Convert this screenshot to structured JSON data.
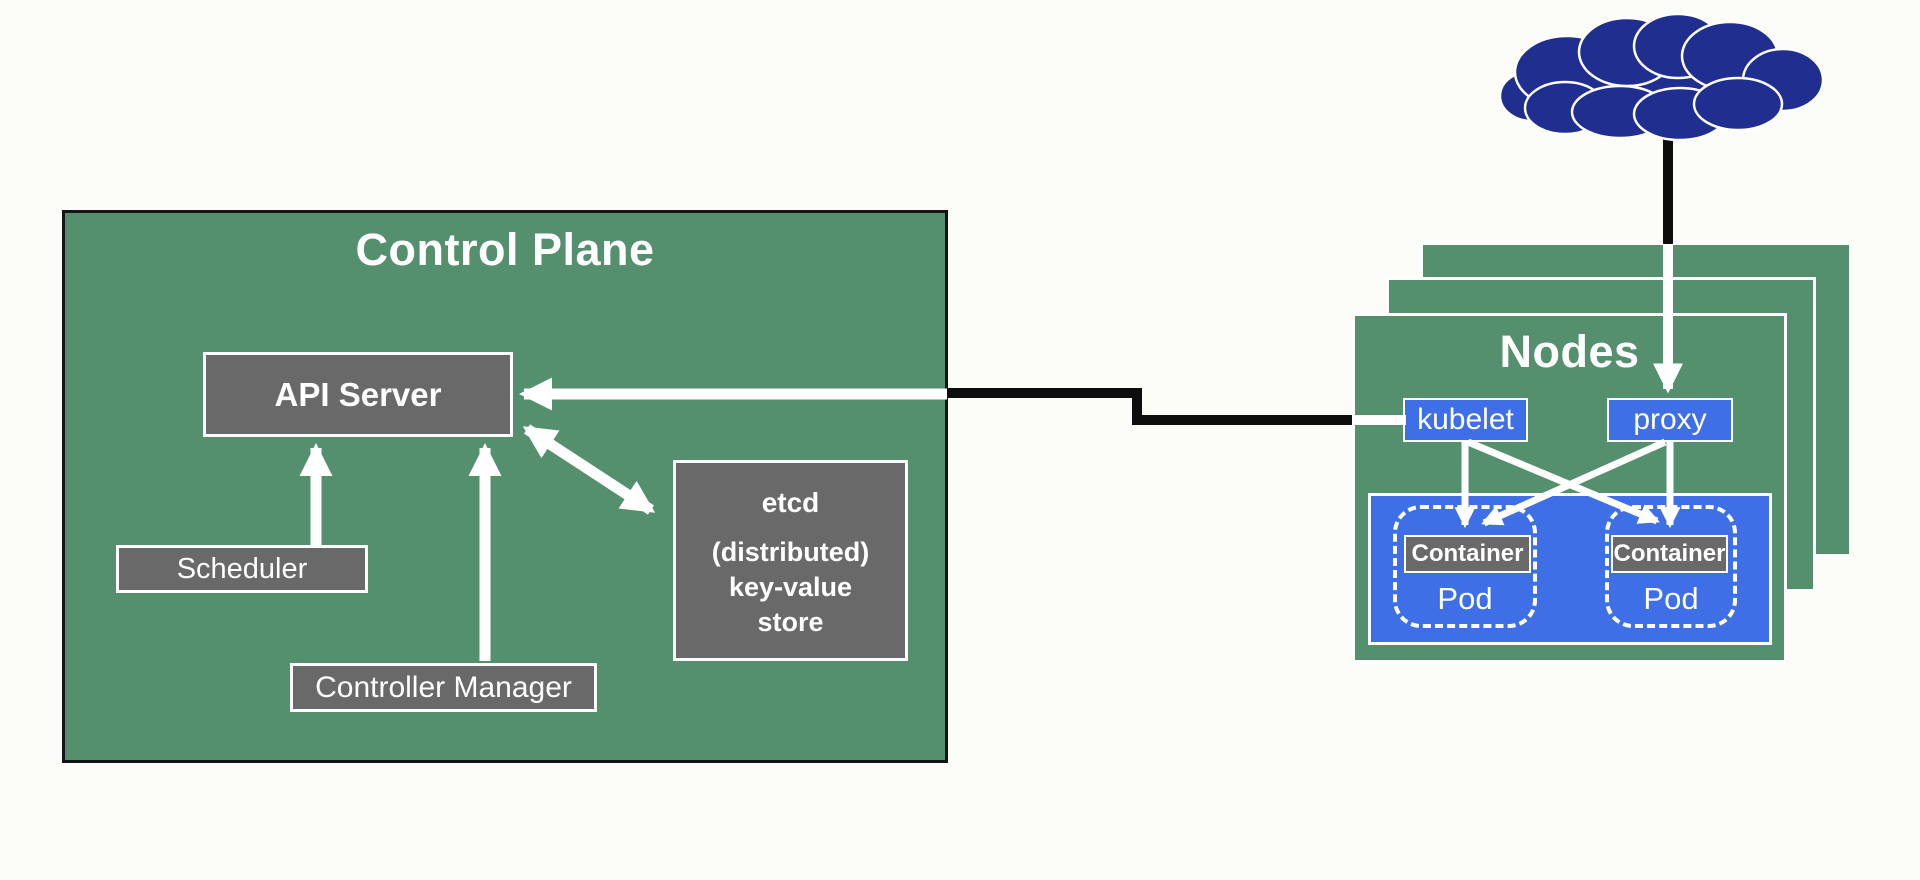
{
  "colors": {
    "green": "#55906e",
    "gray": "#696969",
    "blue": "#3e6fe6",
    "navy": "#1f2e8f",
    "white": "#ffffff",
    "black": "#0d0d0d",
    "bg": "#fcfcf8"
  },
  "control_plane": {
    "title": "Control Plane",
    "api_server": {
      "label": "API Server"
    },
    "scheduler": {
      "label": "Scheduler"
    },
    "controller_manager": {
      "label": "Controller Manager"
    },
    "etcd": {
      "title": "etcd",
      "subtitle_lines": [
        "(distributed)",
        "key-value",
        "store"
      ]
    }
  },
  "nodes": {
    "title": "Nodes",
    "stacked_node_count": 3,
    "kubelet": {
      "label": "kubelet"
    },
    "proxy": {
      "label": "proxy"
    },
    "pods": [
      {
        "container_label": "Container",
        "pod_label": "Pod"
      },
      {
        "container_label": "Container",
        "pod_label": "Pod"
      }
    ]
  },
  "cloud": {
    "icon": "cloud-icon"
  },
  "connections": [
    {
      "from": "scheduler",
      "to": "api-server",
      "style": "white-arrow"
    },
    {
      "from": "controller-manager",
      "to": "api-server",
      "style": "white-arrow"
    },
    {
      "from": "api-server",
      "to": "etcd",
      "style": "white-double-arrow"
    },
    {
      "from": "kubelet",
      "to": "api-server",
      "style": "black-elbow-connector-white-arrow"
    },
    {
      "from": "cloud",
      "to": "proxy",
      "style": "black-line-then-white-arrow"
    },
    {
      "from": "kubelet",
      "to": "pod-1-container",
      "style": "white-arrow"
    },
    {
      "from": "kubelet",
      "to": "pod-2-container",
      "style": "white-arrow"
    },
    {
      "from": "proxy",
      "to": "pod-1-container",
      "style": "white-arrow"
    },
    {
      "from": "proxy",
      "to": "pod-2-container",
      "style": "white-arrow"
    }
  ]
}
